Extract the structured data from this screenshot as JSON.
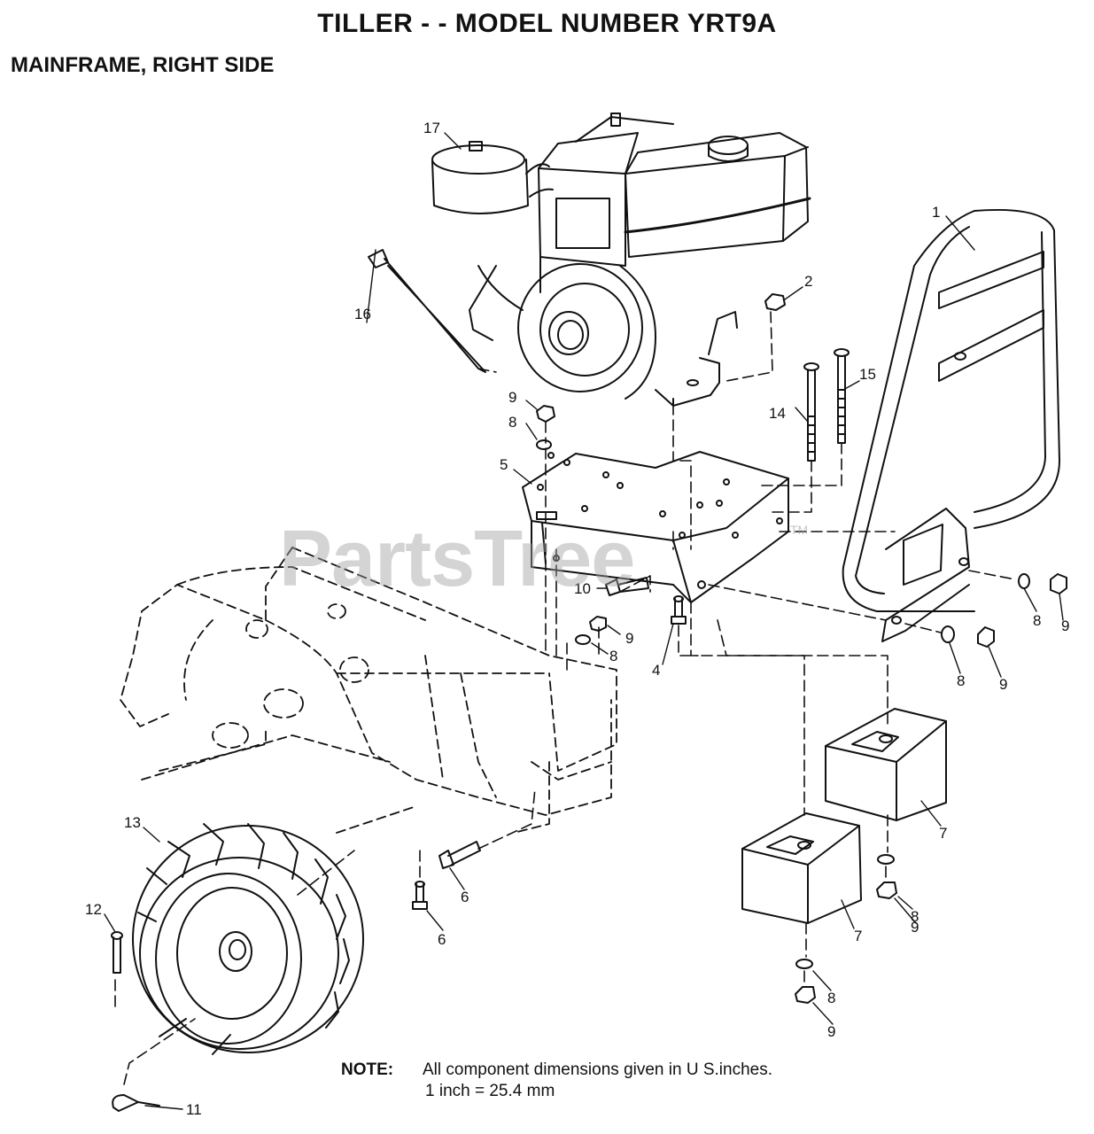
{
  "title": "TILLER - - MODEL NUMBER YRT9A",
  "subtitle": "MAINFRAME, RIGHT SIDE",
  "watermark": "PartsTree",
  "watermark_tm": "TM",
  "note": {
    "label": "NOTE:",
    "line1": "All component dimensions given in U S.inches.",
    "line2": "1 inch = 25.4 mm"
  },
  "callouts": [
    "17",
    "1",
    "2",
    "16",
    "9",
    "8",
    "14",
    "15",
    "5",
    "10",
    "9",
    "8",
    "4",
    "8",
    "9",
    "8",
    "9",
    "7",
    "13",
    "12",
    "6",
    "6",
    "7",
    "8",
    "9",
    "8",
    "9",
    "11"
  ]
}
